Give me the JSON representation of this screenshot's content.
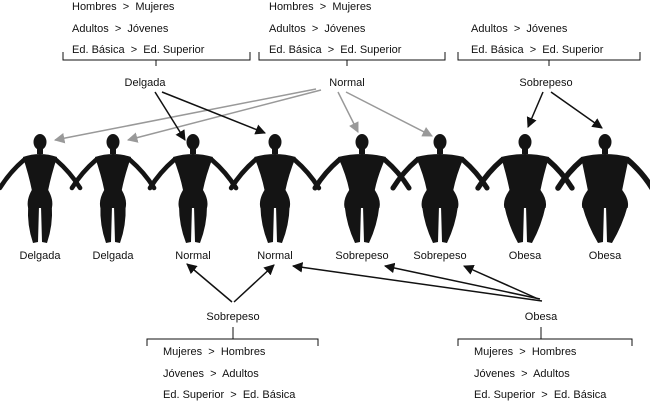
{
  "figures": [
    {
      "label": "Delgada",
      "build": 0.82
    },
    {
      "label": "Delgada",
      "build": 0.88
    },
    {
      "label": "Normal",
      "build": 1.0
    },
    {
      "label": "Normal",
      "build": 1.05
    },
    {
      "label": "Sobrepeso",
      "build": 1.28
    },
    {
      "label": "Sobrepeso",
      "build": 1.33
    },
    {
      "label": "Obesa",
      "build": 1.55
    },
    {
      "label": "Obesa",
      "build": 1.72
    }
  ],
  "top_groups": [
    {
      "name": "Delgada",
      "comparisons": [
        {
          "left": "Hombres",
          "op": ">",
          "right": "Mujeres"
        },
        {
          "left": "Adultos",
          "op": ">",
          "right": "Jóvenes"
        },
        {
          "left": "Ed. Básica",
          "op": ">",
          "right": "Ed. Superior"
        }
      ]
    },
    {
      "name": "Normal",
      "comparisons": [
        {
          "left": "Hombres",
          "op": ">",
          "right": "Mujeres"
        },
        {
          "left": "Adultos",
          "op": ">",
          "right": "Jóvenes"
        },
        {
          "left": "Ed. Básica",
          "op": ">",
          "right": "Ed. Superior"
        }
      ]
    },
    {
      "name": "Sobrepeso",
      "comparisons": [
        {
          "left": "Adultos",
          "op": ">",
          "right": "Jóvenes"
        },
        {
          "left": "Ed. Básica",
          "op": ">",
          "right": "Ed. Superior"
        }
      ]
    }
  ],
  "bottom_groups": [
    {
      "name": "Sobrepeso",
      "comparisons": [
        {
          "left": "Mujeres",
          "op": ">",
          "right": "Hombres"
        },
        {
          "left": "Jóvenes",
          "op": ">",
          "right": "Adultos"
        },
        {
          "left": "Ed. Superior",
          "op": ">",
          "right": "Ed. Básica"
        }
      ]
    },
    {
      "name": "Obesa",
      "comparisons": [
        {
          "left": "Mujeres",
          "op": ">",
          "right": "Hombres"
        },
        {
          "left": "Jóvenes",
          "op": ">",
          "right": "Adultos"
        },
        {
          "left": "Ed. Superior",
          "op": ">",
          "right": "Ed. Básica"
        }
      ]
    }
  ],
  "colors": {
    "black_arrow": "#111111",
    "gray_arrow": "#999999",
    "figure": "#141414"
  }
}
